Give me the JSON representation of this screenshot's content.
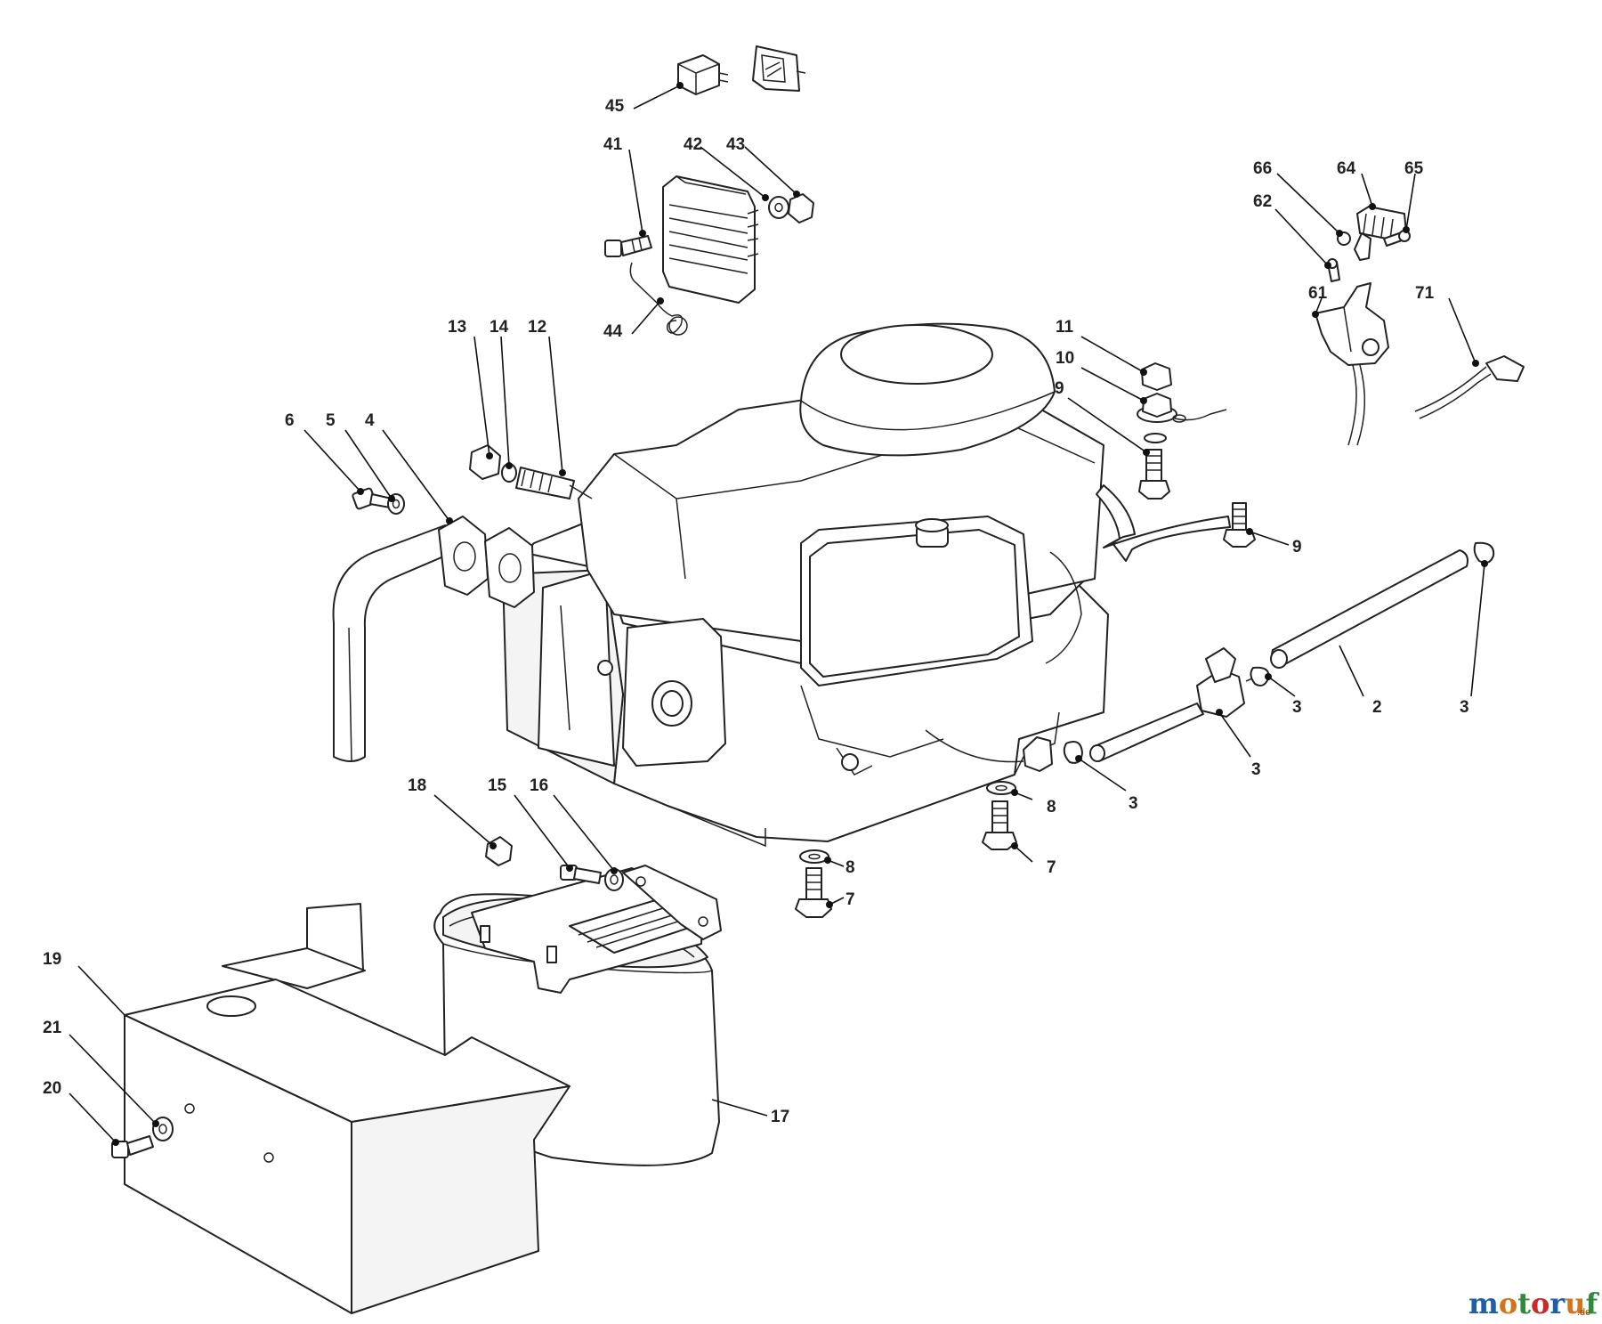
{
  "labels": {
    "l45": "45",
    "l41": "41",
    "l42": "42",
    "l43": "43",
    "l44": "44",
    "l66": "66",
    "l64": "64",
    "l65": "65",
    "l62": "62",
    "l61": "61",
    "l71": "71",
    "l13": "13",
    "l14": "14",
    "l12": "12",
    "l11": "11",
    "l10": "10",
    "l9a": "9",
    "l9b": "9",
    "l6": "6",
    "l5": "5",
    "l4": "4",
    "l2": "2",
    "l3a": "3",
    "l3b": "3",
    "l3c": "3",
    "l3d": "3",
    "l8a": "8",
    "l8b": "8",
    "l7a": "7",
    "l7b": "7",
    "l18": "18",
    "l15": "15",
    "l16": "16",
    "l17": "17",
    "l19": "19",
    "l21": "21",
    "l20": "20"
  },
  "watermark": {
    "letters": [
      "m",
      "o",
      "t",
      "o",
      "r",
      "u",
      "f"
    ],
    "letter_colors": [
      "#1f5fa8",
      "#d4731a",
      "#2e8b3a",
      "#c82a2a",
      "#1f5fa8",
      "#d4731a",
      "#2e8b3a"
    ],
    "suffix": ".de"
  },
  "colors": {
    "line": "#222222",
    "background": "#ffffff"
  }
}
